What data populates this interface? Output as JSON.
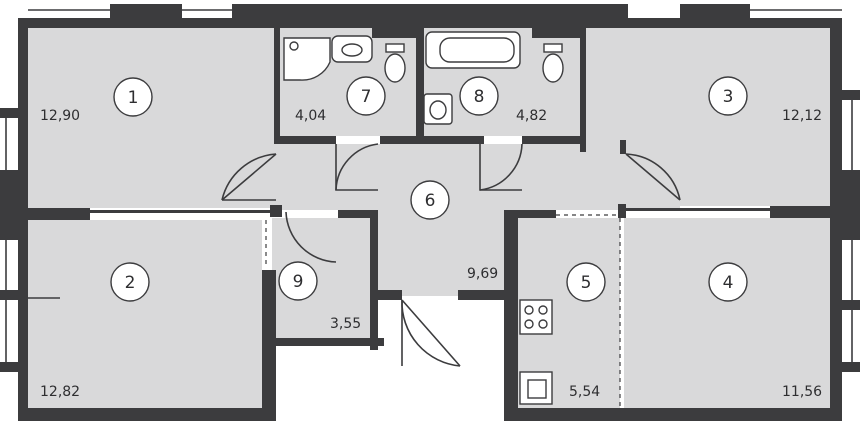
{
  "plan": {
    "colors": {
      "room_fill": "#d9d9da",
      "wall": "#3c3c3e",
      "background": "#ffffff"
    },
    "rooms": [
      {
        "number": "1",
        "area": "12,90"
      },
      {
        "number": "2",
        "area": "12,82"
      },
      {
        "number": "3",
        "area": "12,12"
      },
      {
        "number": "4",
        "area": "11,56"
      },
      {
        "number": "5",
        "area": "5,54"
      },
      {
        "number": "6",
        "area": "9,69"
      },
      {
        "number": "7",
        "area": "4,04"
      },
      {
        "number": "8",
        "area": "4,82"
      },
      {
        "number": "9",
        "area": "3,55"
      }
    ],
    "fixtures": [
      "shower-icon",
      "sink-icon",
      "toilet-icon",
      "bathtub-icon",
      "stove-icon",
      "kitchen-sink-icon"
    ]
  }
}
